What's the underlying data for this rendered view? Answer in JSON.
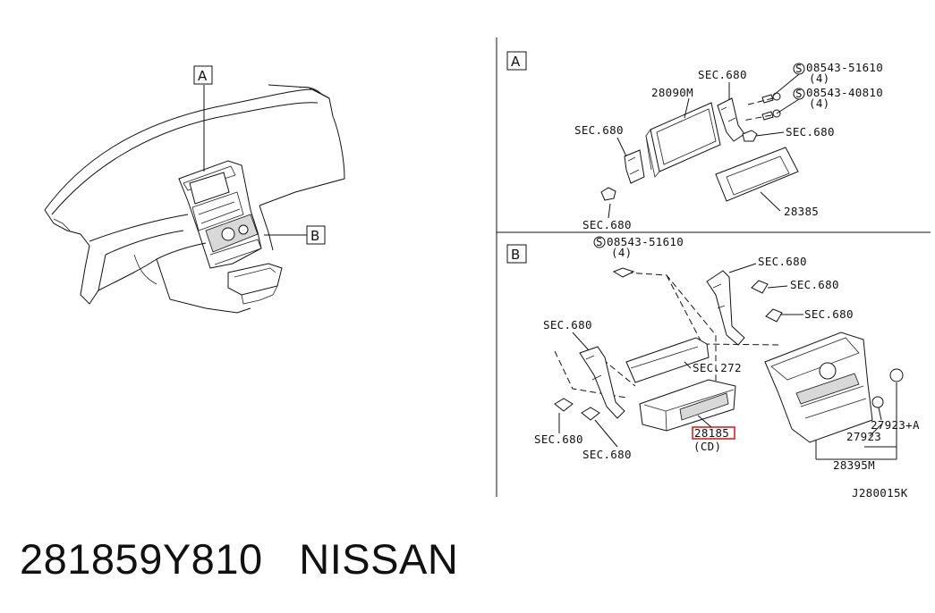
{
  "diagram": {
    "callouts": {
      "main_A": "A",
      "main_B": "B",
      "section_A": "A",
      "section_B": "B"
    },
    "section_a": {
      "screw_1_code": "08543-51610",
      "screw_1_qty": "(4)",
      "screw_2_code": "08543-40810",
      "screw_2_qty": "(4)",
      "sec680_top": "SEC.680",
      "display_part": "28090M",
      "sec680_left": "SEC.680",
      "sec680_right": "SEC.680",
      "sec680_bottom": "SEC.680",
      "finisher_part": "28385",
      "screw_symbol": "S"
    },
    "section_b": {
      "screw_code": "08543-51610",
      "screw_qty": "(4)",
      "screw_symbol": "S",
      "sec680_top_right": "SEC.680",
      "sec680_right_1": "SEC.680",
      "sec680_right_2": "SEC.680",
      "sec680_left": "SEC.680",
      "sec272": "SEC.272",
      "cd_part": "28185",
      "cd_note": "(CD)",
      "knob_a": "27923+A",
      "knob": "27923",
      "panel_part": "28395M",
      "sec680_bottom_left": "SEC.680",
      "sec680_bottom_mid": "SEC.680"
    },
    "diagram_id": "J280015K",
    "highlight_color": "#e02020"
  },
  "caption": {
    "part_number": "281859Y810",
    "brand": "NISSAN"
  }
}
